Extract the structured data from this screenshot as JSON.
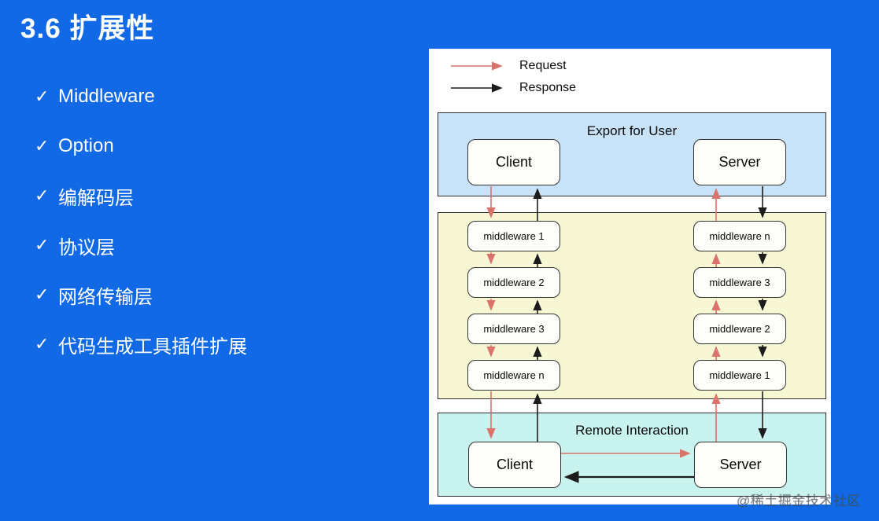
{
  "slide": {
    "title": "3.6 扩展性",
    "check_glyph": "✓",
    "bullets": [
      "Middleware",
      "Option",
      "编解码层",
      "协议层",
      "网络传输层",
      "代码生成工具插件扩展"
    ]
  },
  "diagram": {
    "legend": {
      "request_label": "Request",
      "response_label": "Response"
    },
    "export_section": {
      "title": "Export for User",
      "client": "Client",
      "server": "Server"
    },
    "middleware_section": {
      "left_column": [
        "middleware 1",
        "middleware 2",
        "middleware 3",
        "middleware n"
      ],
      "right_column": [
        "middleware n",
        "middleware 3",
        "middleware 2",
        "middleware 1"
      ]
    },
    "remote_section": {
      "title": "Remote Interaction",
      "client": "Client",
      "server": "Server"
    }
  },
  "watermark": "@稀土掘金技术社区",
  "colors": {
    "background_blue": "#1169e6",
    "request_red": "#d9736c",
    "response_black": "#1c1c1c",
    "export_section_bg": "#c8e2f8",
    "middleware_section_bg": "#f7f7d4",
    "remote_section_bg": "#c8f3ef",
    "panel_bg": "#ffffff",
    "text_white": "#ffffff"
  }
}
